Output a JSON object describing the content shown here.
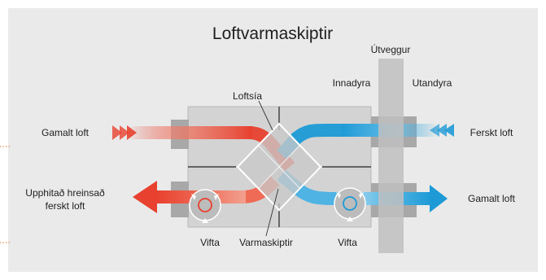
{
  "title": "Loftvarmaskiptir",
  "labels": {
    "outer_wall": "Útveggur",
    "indoors": "Innadyra",
    "outdoors": "Utandyra",
    "filter": "Loftsía",
    "stale_air_in": "Gamalt loft",
    "fresh_air_in": "Ferskt loft",
    "supply_line1": "Upphitað hreinsað",
    "supply_line2": "ferskt loft",
    "stale_air_out": "Gamalt loft",
    "fan_left": "Vifta",
    "fan_right": "Vifta",
    "heat_exchanger": "Varmaskiptir"
  },
  "colors": {
    "background": "#eaeaea",
    "warm": "#e8412f",
    "cool": "#1e9ad6",
    "unit": "#d3d3d3",
    "wall": "#c0c0c0",
    "duct": "#a8a8a8",
    "guide_dots": "#e07a4a"
  },
  "icons": [
    "fan-icon",
    "heat-exchanger-core-icon",
    "arrow-right-icon",
    "arrow-left-icon",
    "chevron-right-icon",
    "chevron-left-icon"
  ]
}
